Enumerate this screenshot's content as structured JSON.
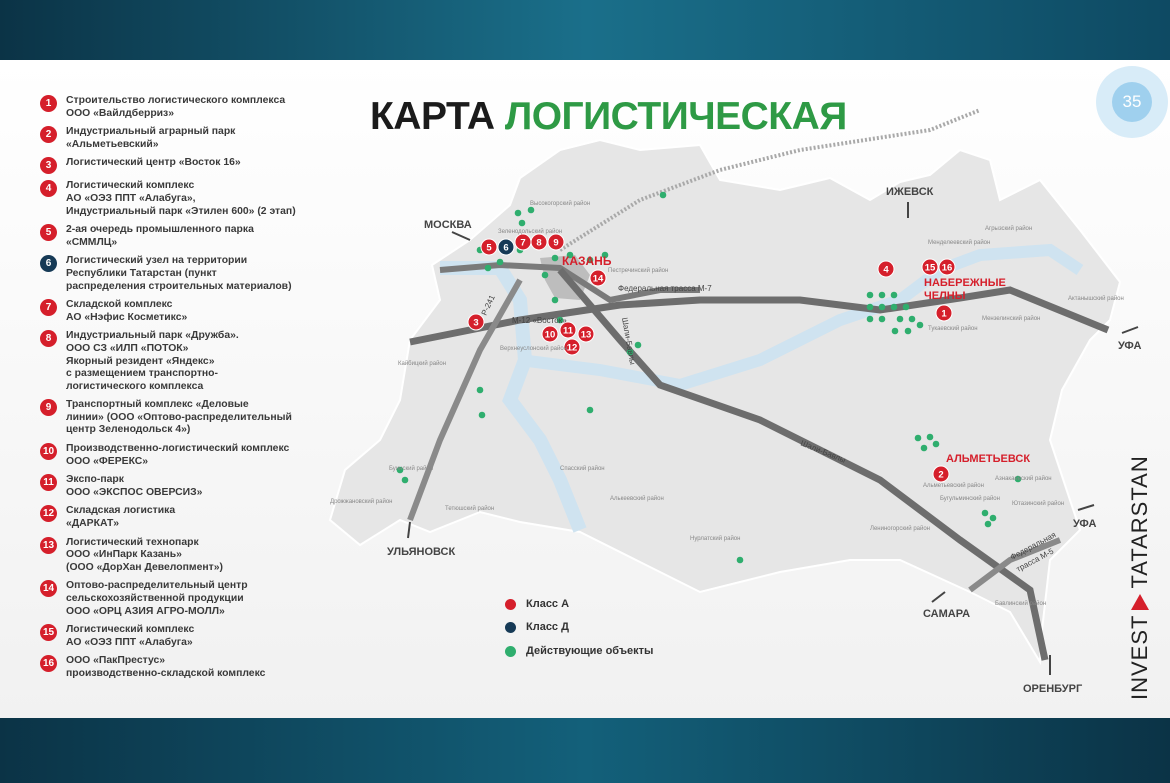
{
  "title": {
    "part1": "КАРТА",
    "part2": "ЛОГИСТИЧЕСКАЯ"
  },
  "page_number": "35",
  "brand": {
    "left": "INVEST",
    "right": "TATARSTAN"
  },
  "colors": {
    "class_a": "#d51f2b",
    "class_d": "#163a56",
    "operating": "#2fae6e",
    "title_green": "#2e9a45"
  },
  "objects": [
    {
      "n": "1",
      "cls": "A",
      "text": "Строительство логистического комплекса\nООО «Вайлдберриз»"
    },
    {
      "n": "2",
      "cls": "A",
      "text": "Индустриальный аграрный парк\n«Альметьевский»"
    },
    {
      "n": "3",
      "cls": "A",
      "text": "Логистический центр «Восток 16»"
    },
    {
      "n": "4",
      "cls": "A",
      "text": "Логистический комплекс\nАО «ОЭЗ ППТ «Алабуга»,\nИндустриальный парк «Этилен 600» (2 этап)"
    },
    {
      "n": "5",
      "cls": "A",
      "text": "2-ая очередь промышленного парка\n«СММЛЦ»"
    },
    {
      "n": "6",
      "cls": "D",
      "text": "Логистический узел на территории\nРеспублики Татарстан (пункт\nраспределения строительных материалов)"
    },
    {
      "n": "7",
      "cls": "A",
      "text": "Складской комплекс\nАО «Нэфис Косметикс»"
    },
    {
      "n": "8",
      "cls": "A",
      "text": "Индустриальный парк «Дружба».\nООО СЗ «ИЛП «ПОТОК»\nЯкорный резидент «Яндекс»\nс размещением транспортно-\nлогистического комплекса"
    },
    {
      "n": "9",
      "cls": "A",
      "text": "Транспортный комплекс «Деловые\nлинии» (ООО «Оптово-распределительный\nцентр Зеленодольск 4»)"
    },
    {
      "n": "10",
      "cls": "A",
      "text": "Производственно-логистический комплекс\nООО «ФЕРЕКС»"
    },
    {
      "n": "11",
      "cls": "A",
      "text": "Экспо-парк\nООО «ЭКСПОС ОВЕРСИЗ»"
    },
    {
      "n": "12",
      "cls": "A",
      "text": "Складская логистика\n«ДАРКАТ»"
    },
    {
      "n": "13",
      "cls": "A",
      "text": "Логистический технопарк\nООО «ИнПарк Казань»\n(ООО «ДорХан Девелопмент»)"
    },
    {
      "n": "14",
      "cls": "A",
      "text": "Оптово-распределительный центр\nсельскохозяйственной продукции\nООО «ОРЦ АЗИЯ АГРО-МОЛЛ»"
    },
    {
      "n": "15",
      "cls": "A",
      "text": "Логистический комплекс\nАО «ОЭЗ ППТ «Алабуга»"
    },
    {
      "n": "16",
      "cls": "A",
      "text": "ООО «ПакПрестус»\nпроизводственно-складской комплекс"
    }
  ],
  "cities": {
    "moscow": "МОСКВА",
    "kazan": "КАЗАНЬ",
    "izhevsk": "ИЖЕВСК",
    "chelny1": "НАБЕРЕЖНЫЕ",
    "chelny2": "ЧЕЛНЫ",
    "almetyevsk": "АЛЬМЕТЬЕВСК",
    "ufa1": "УФА",
    "ufa2": "УФА",
    "samara": "САМАРА",
    "orenburg": "ОРЕНБУРГ",
    "ulyanovsk": "УЛЬЯНОВСК"
  },
  "roads": {
    "m7": "Федеральная трасса М-7",
    "m12": "М-12 «Восток»",
    "r241": "Р-241",
    "shali1": "Шали-Бавлы",
    "shali2": "Шали-Бавлы",
    "m5a": "Федеральная",
    "m5b": "трасса М-5"
  },
  "districts": {
    "vysokogorsky": "Высокогорский район",
    "zelenodolsky": "Зеленодольский район",
    "pestrechinsky": "Пестречинский район",
    "mendeleevsky": "Менделеевский район",
    "agryzsky": "Агрызский район",
    "aktanyshsky": "Актанышский район",
    "menzelinsky": "Мензелинский район",
    "tukaevsky": "Тукаевский район",
    "almetyevsky": "Альметьевский район",
    "aznakaevsky": "Азнакаевский район",
    "bugulminsky": "Бугульминский район",
    "yutazinsky": "Ютазинский район",
    "leninogorsky": "Лениногорский район",
    "bavlinsky": "Бавлинский район",
    "verkhneuslonsky": "Верхнеуслонский район",
    "spassky": "Спасский район",
    "tetyushsky": "Тетюшский район",
    "drozhzhanovsky": "Дрожжановский район",
    "kaibitsky": "Кайбицкий район",
    "buinsky": "Буинский район",
    "alkeevsky": "Алькеевский район",
    "nurlatsky": "Нурлатский район"
  },
  "legend": [
    {
      "label": "Класс А"
    },
    {
      "label": "Класс Д"
    },
    {
      "label": "Действующие объекты"
    }
  ]
}
